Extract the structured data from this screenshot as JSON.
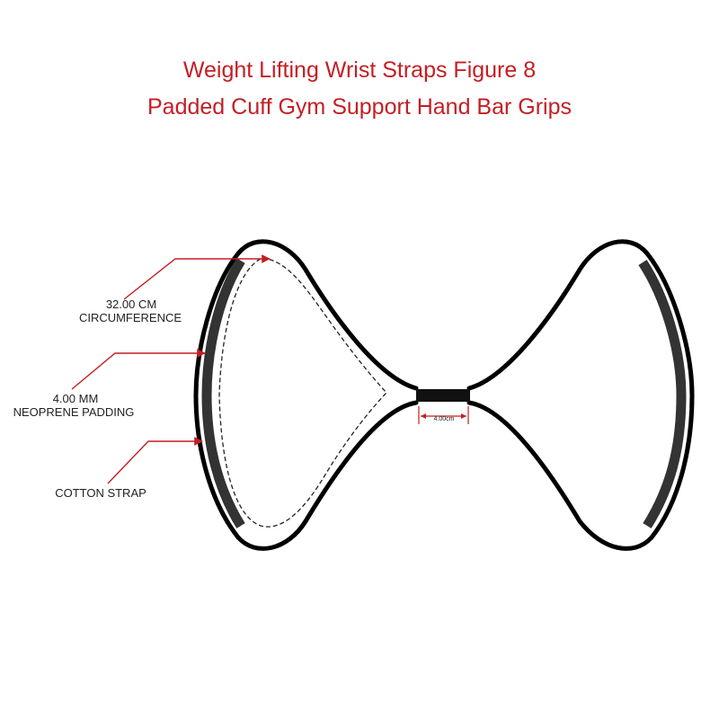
{
  "title": {
    "line1": "Weight Lifting Wrist Straps Figure 8",
    "line2": "Padded Cuff Gym Support Hand Bar Grips"
  },
  "callouts": {
    "circumference_value": "32.00 CM",
    "circumference_label": "CIRCUMFERENCE",
    "padding_value": "4.00 MM",
    "padding_label": "NEOPRENE PADDING",
    "cotton_label": "COTTON STRAP"
  },
  "dimension": {
    "center_width": "4.00cm"
  },
  "colors": {
    "title": "#c41e24",
    "arrow": "#c41e24",
    "strap": "#000000",
    "padding": "#333333"
  }
}
